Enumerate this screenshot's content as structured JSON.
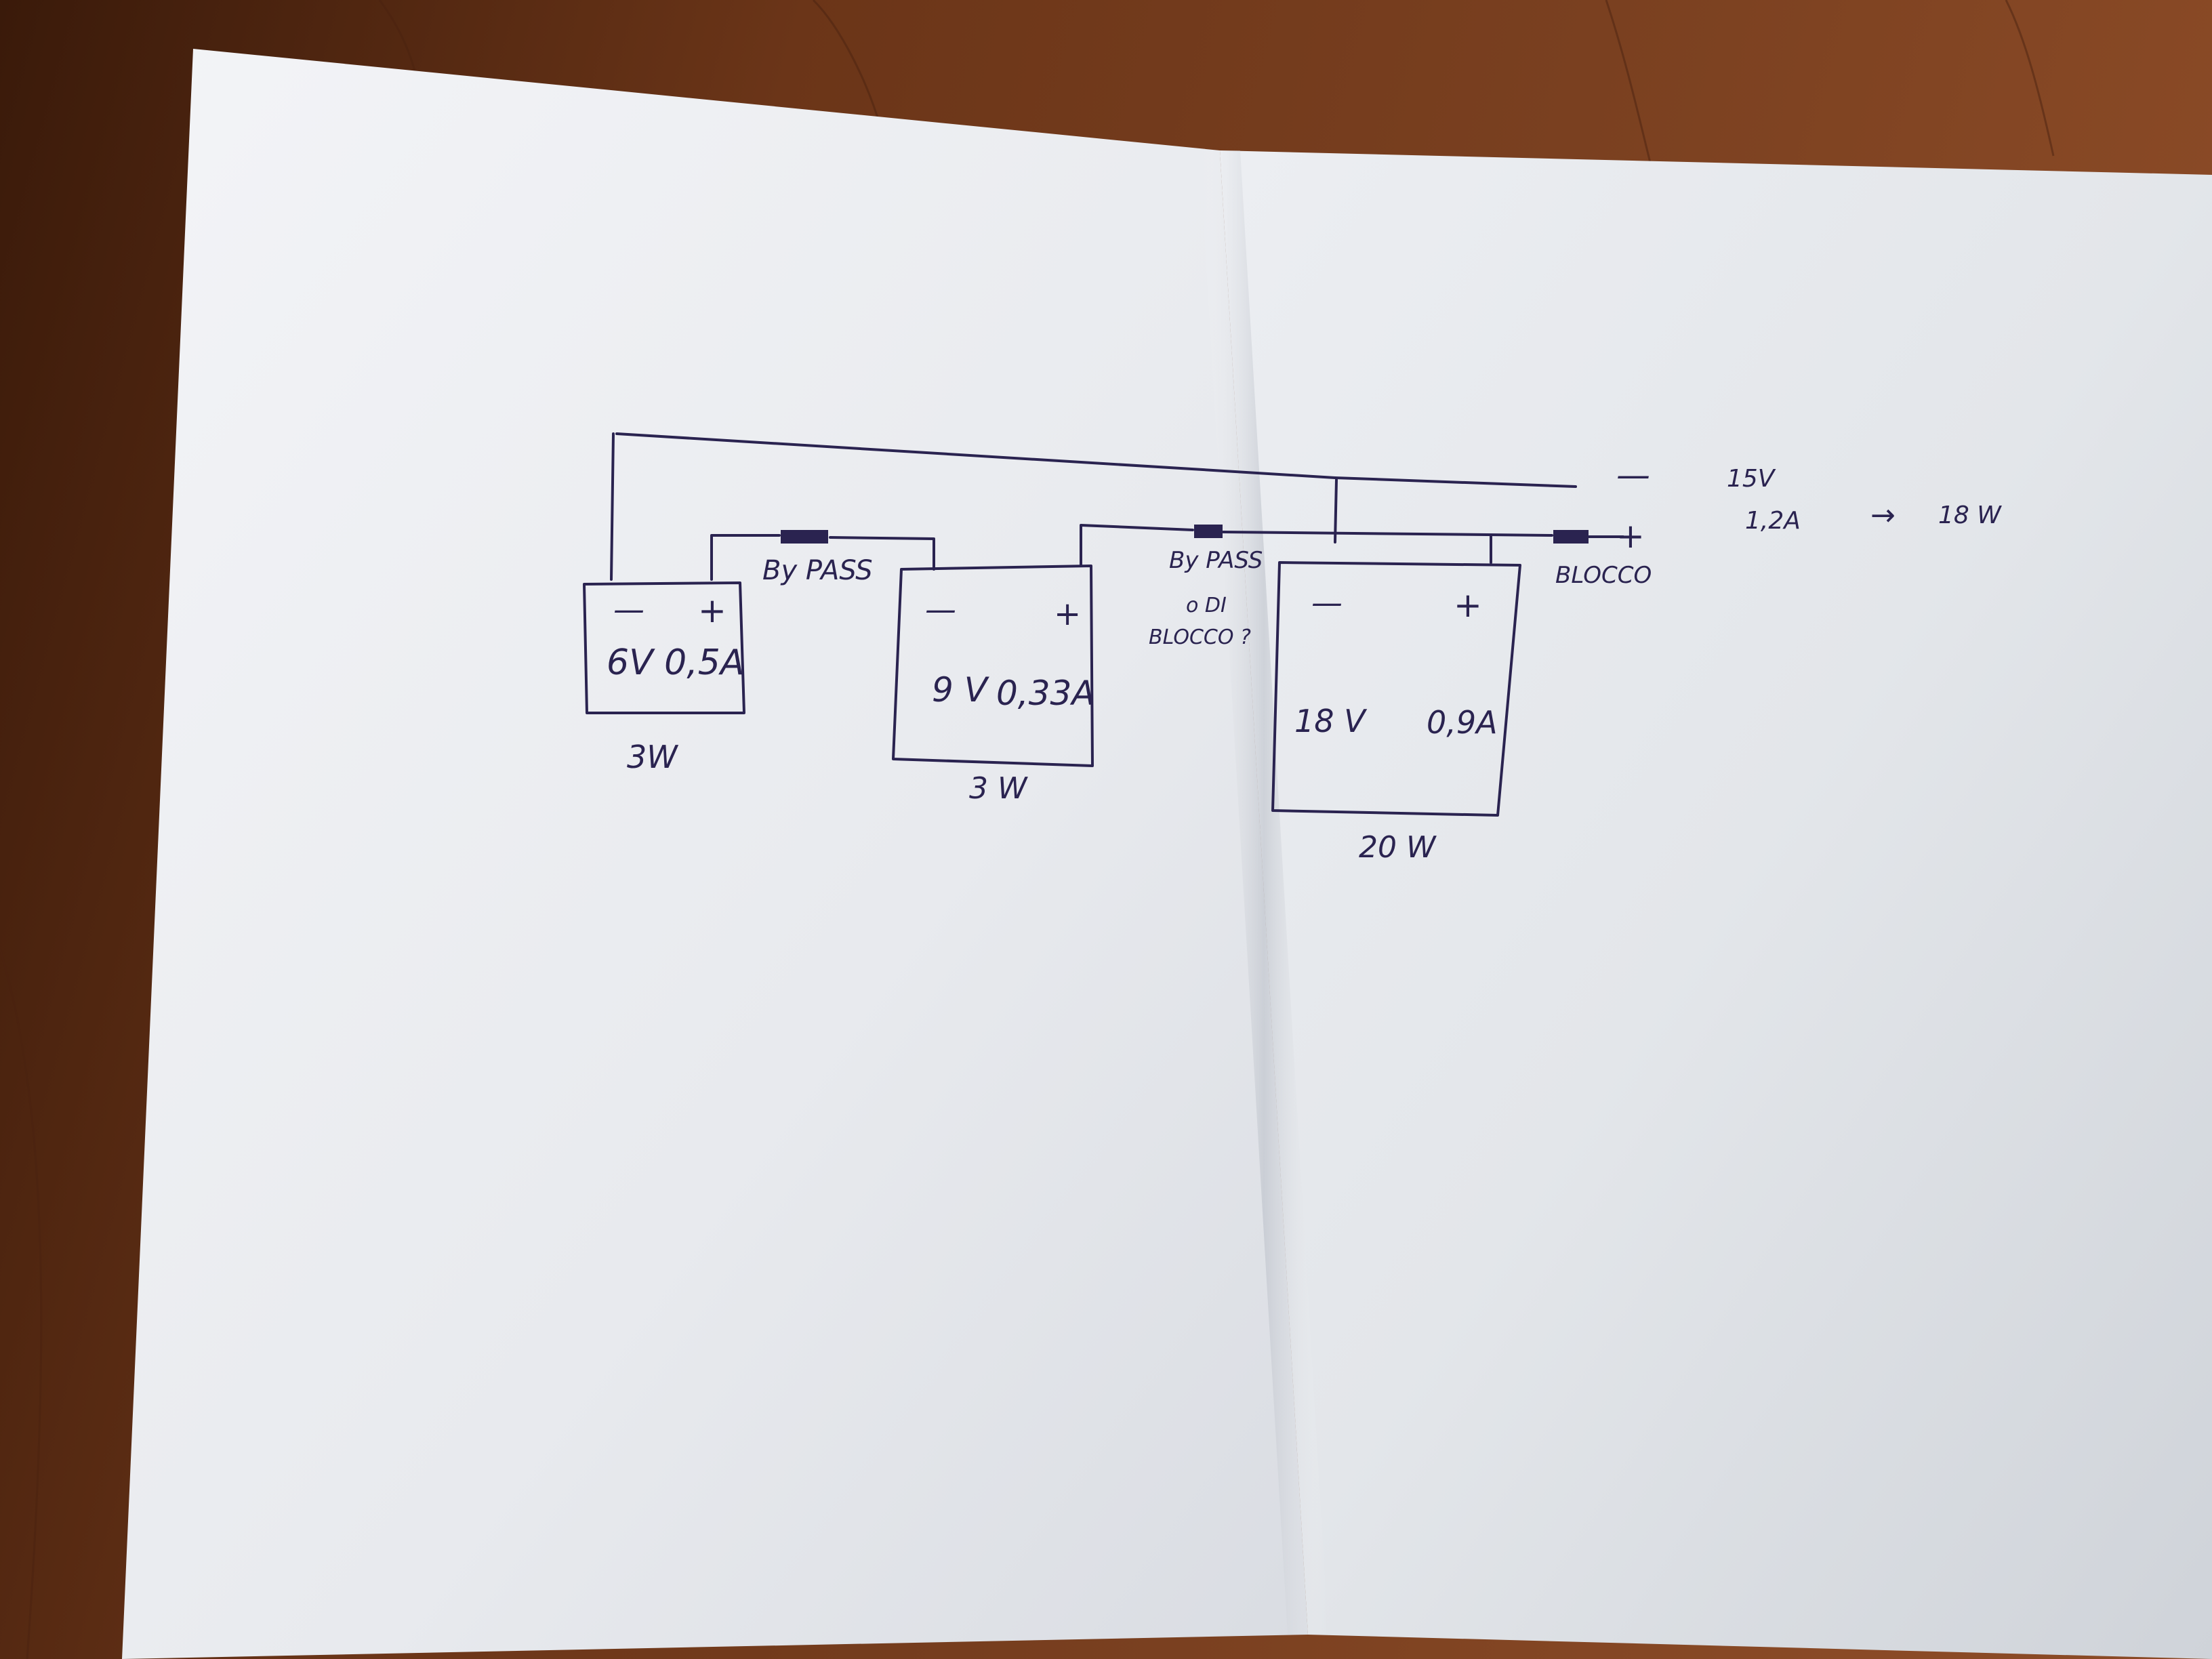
{
  "colors": {
    "floor": "#6b3518",
    "paper": "#eef0f3",
    "ink": "#2a2350"
  },
  "modules": [
    {
      "minus": "—",
      "plus": "+",
      "rating": "6V 0,5A",
      "power": "3W"
    },
    {
      "minus": "—",
      "plus": "+",
      "rating_v": "9 V",
      "rating_a": "0,33A",
      "power": "3 W"
    },
    {
      "minus": "—",
      "plus": "+",
      "rating_v": "18 V",
      "rating_a": "0,9A",
      "power": "20 W"
    }
  ],
  "diodes": {
    "bypass_1": "By PASS",
    "bypass_2_line1": "By PASS",
    "bypass_2_line2": "o DI",
    "bypass_2_line3": "BLOCCO ?",
    "blocking": "BLOCCO"
  },
  "output": {
    "minus": "—",
    "plus": "+",
    "voltage": "15V",
    "current": "1,2A",
    "arrow": "→",
    "power": "18 W"
  }
}
